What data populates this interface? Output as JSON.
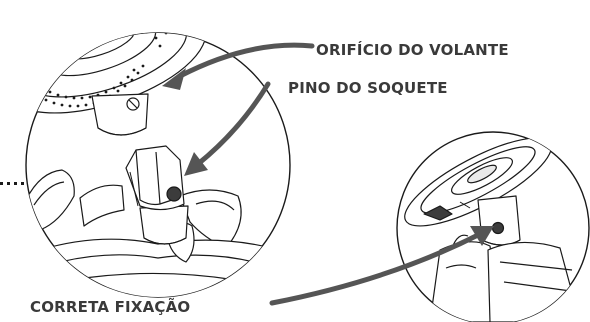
{
  "labels": {
    "wheel_hole": "ORIFÍCIO DO VOLANTE",
    "socket_pin": "PINO DO SOQUETE",
    "correct_fit": "CORRETA FIXAÇÃO"
  },
  "colors": {
    "ink": "#1a1a1a",
    "callout": "#555555",
    "label": "#3a3a3a",
    "shade": "#3c3c3c"
  }
}
